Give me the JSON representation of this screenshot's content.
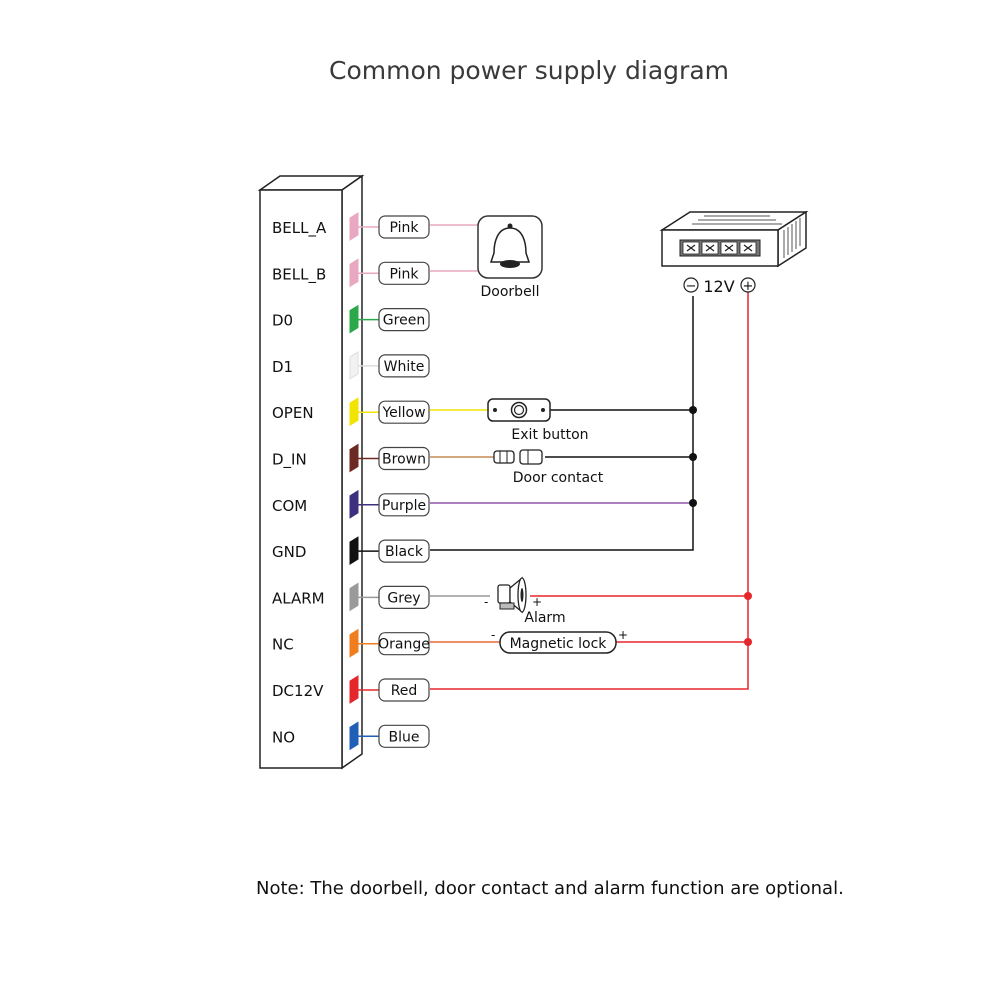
{
  "title": "Common power supply diagram",
  "note": "Note: The doorbell, door contact and alarm function are optional.",
  "pins": [
    {
      "terminal": "BELL_A",
      "wire": "Pink",
      "color": "#e9a7c1"
    },
    {
      "terminal": "BELL_B",
      "wire": "Pink",
      "color": "#e9a7c1"
    },
    {
      "terminal": "D0",
      "wire": "Green",
      "color": "#2ba84a"
    },
    {
      "terminal": "D1",
      "wire": "White",
      "color": "#f2f2f2"
    },
    {
      "terminal": "OPEN",
      "wire": "Yellow",
      "color": "#f2e300"
    },
    {
      "terminal": "D_IN",
      "wire": "Brown",
      "color": "#6b2a22"
    },
    {
      "terminal": "COM",
      "wire": "Purple",
      "color": "#3e2f7f"
    },
    {
      "terminal": "GND",
      "wire": "Black",
      "color": "#111111"
    },
    {
      "terminal": "ALARM",
      "wire": "Grey",
      "color": "#9a9a9a"
    },
    {
      "terminal": "NC",
      "wire": "Orange",
      "color": "#f07d1e"
    },
    {
      "terminal": "DC12V",
      "wire": "Red",
      "color": "#e5262b"
    },
    {
      "terminal": "NO",
      "wire": "Blue",
      "color": "#1f5fb5"
    }
  ],
  "devices": {
    "doorbell": "Doorbell",
    "exit_button": "Exit button",
    "door_contact": "Door contact",
    "alarm": "Alarm",
    "magnetic_lock": "Magnetic lock",
    "power_voltage": "12V"
  },
  "polarity": {
    "minus": "-",
    "plus": "+",
    "psu_minus": "−",
    "psu_plus": "+"
  },
  "wire_colors": {
    "pink": "#e9a7c1",
    "yellow": "#f2e300",
    "brown": "#c68a55",
    "purple": "#8e57a8",
    "black": "#111111",
    "grey": "#9a9a9a",
    "orange": "#ee6a3a",
    "red": "#e5262b"
  }
}
